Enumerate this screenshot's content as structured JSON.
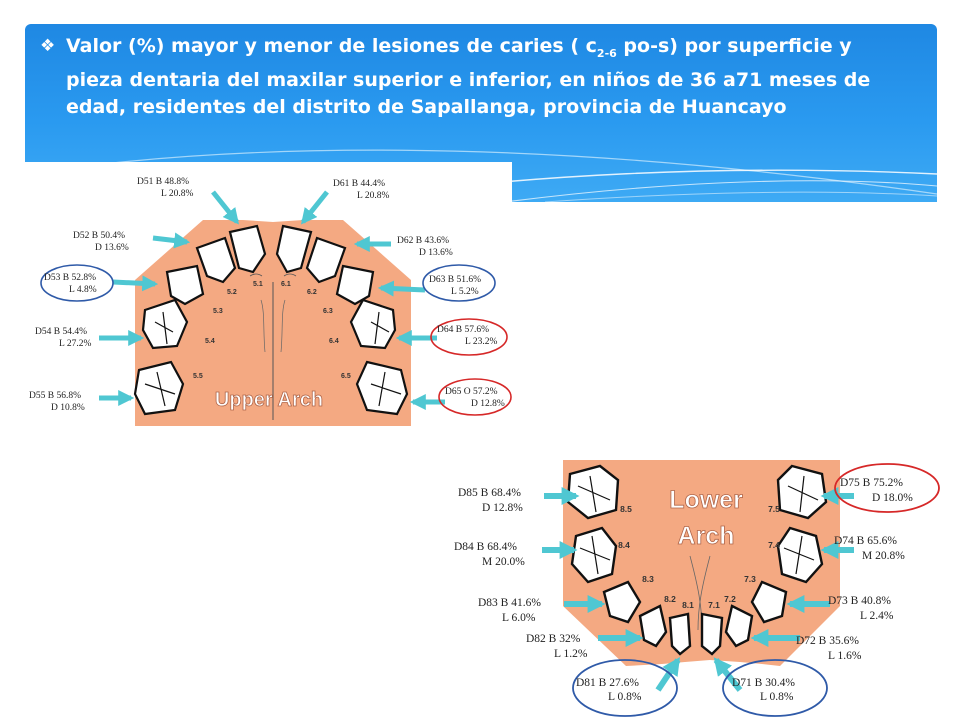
{
  "title": {
    "bullet": "❖",
    "text_pre": "Valor (%)  mayor y menor de lesiones de caries ( c",
    "text_sub": "2-6",
    "text_post": " po-s) por superficie  y pieza dentaria del maxilar superior e inferior, en niños de 36 a71 meses de edad, residentes del distrito de Sapallanga, provincia de Huancayo"
  },
  "upper_arch": {
    "title": "Upper Arch",
    "tooth_numbers": [
      "5.1",
      "6.1",
      "5.2",
      "6.2",
      "5.3",
      "6.3",
      "5.4",
      "6.4",
      "5.5",
      "6.5"
    ],
    "labels": {
      "D51": {
        "line1": "D51  B  48.8%",
        "line2": "L   20.8%"
      },
      "D61": {
        "line1": "D61  B  44.4%",
        "line2": "L   20.8%"
      },
      "D52": {
        "line1": "D52  B  50.4%",
        "line2": "D   13.6%"
      },
      "D62": {
        "line1": "D62  B  43.6%",
        "line2": "D   13.6%"
      },
      "D53": {
        "line1": "D53  B  52.8%",
        "line2": "L  4.8%"
      },
      "D63": {
        "line1": "D63  B  51.6%",
        "line2": "L  5.2%"
      },
      "D54": {
        "line1": "D54  B  54.4%",
        "line2": "L   27.2%"
      },
      "D64": {
        "line1": "D64  B  57.6%",
        "line2": "L   23.2%"
      },
      "D55": {
        "line1": "D55  B  56.8%",
        "line2": "D   10.8%"
      },
      "D65": {
        "line1": "D65  O  57.2%",
        "line2": "D   12.8%"
      }
    }
  },
  "lower_arch": {
    "title_line1": "Lower",
    "title_line2": "Arch",
    "tooth_numbers": [
      "8.5",
      "7.5",
      "8.4",
      "7.4",
      "8.3",
      "7.3",
      "8.2",
      "7.2",
      "8.1",
      "7.1"
    ],
    "labels": {
      "D85": {
        "line1": "D85  B  68.4%",
        "line2": "D   12.8%"
      },
      "D75": {
        "line1": "D75  B  75.2%",
        "line2": "D  18.0%"
      },
      "D84": {
        "line1": "D84  B  68.4%",
        "line2": "M   20.0%"
      },
      "D74": {
        "line1": "D74  B  65.6%",
        "line2": "M  20.8%"
      },
      "D83": {
        "line1": "D83  B  41.6%",
        "line2": "L   6.0%"
      },
      "D73": {
        "line1": "D73  B  40.8%",
        "line2": "L  2.4%"
      },
      "D82": {
        "line1": "D82  B  32%",
        "line2": "L   1.2%"
      },
      "D72": {
        "line1": "D72  B  35.6%",
        "line2": "L  1.6%"
      },
      "D81": {
        "line1": "D81  B  27.6%",
        "line2": "L   0.8%"
      },
      "D71": {
        "line1": "D71  B  30.4%",
        "line2": "L  0.8%"
      }
    }
  },
  "colors": {
    "banner": "#2a9af0",
    "gum": "#f4a982",
    "arrow": "#4fc7d2",
    "circle_blue": "#2f5aa8",
    "circle_red": "#d62828"
  }
}
